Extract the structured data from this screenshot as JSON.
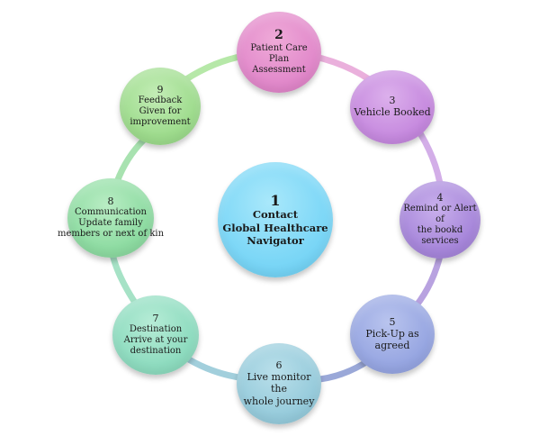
{
  "diagram": {
    "center": {
      "number": "1",
      "lines": [
        "Contact",
        "Global Healthcare",
        "Navigator"
      ],
      "color": "#7fd8f7"
    },
    "steps": [
      {
        "id": "n2",
        "number": "2",
        "lines": [
          "Patient Care Plan",
          "Assessment"
        ],
        "color": "#e28acb"
      },
      {
        "id": "n3",
        "number": "3",
        "lines": [
          "Vehicle Booked"
        ],
        "color": "#c78bdf"
      },
      {
        "id": "n4",
        "number": "4",
        "lines": [
          "Remind or Alert of",
          "the bookd services"
        ],
        "color": "#a888db"
      },
      {
        "id": "n5",
        "number": "5",
        "lines": [
          "Pick-Up as agreed"
        ],
        "color": "#98a7e2"
      },
      {
        "id": "n6",
        "number": "6",
        "lines": [
          "Live monitor the",
          "whole journey"
        ],
        "color": "#98ccdc"
      },
      {
        "id": "n7",
        "number": "7",
        "lines": [
          "Destination",
          "Arrive at your",
          "destination"
        ],
        "color": "#8fdcc0"
      },
      {
        "id": "n8",
        "number": "8",
        "lines": [
          "Communication",
          "Update family",
          "members or next of kin"
        ],
        "color": "#8fdca3"
      },
      {
        "id": "n9",
        "number": "9",
        "lines": [
          "Feedback",
          "Given for",
          "improvement"
        ],
        "color": "#9fdc8e"
      }
    ]
  }
}
